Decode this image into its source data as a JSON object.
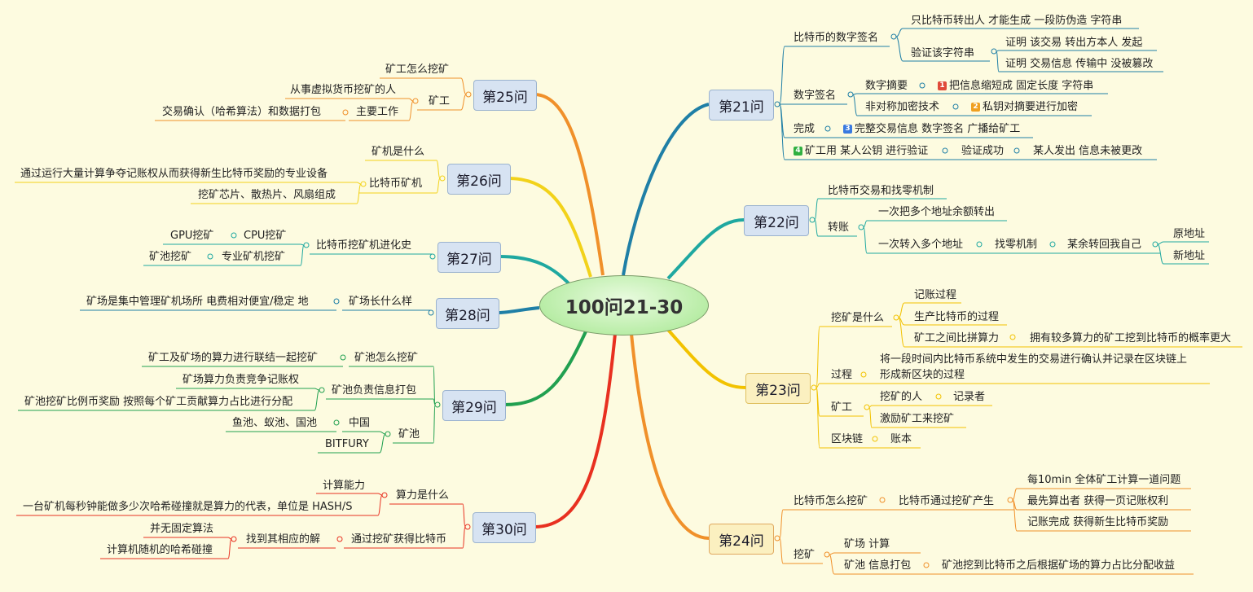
{
  "center": "100问21-30",
  "colors": {
    "q21": "#1f7fa6",
    "q22": "#1fa8a0",
    "q23": "#f2c200",
    "q24": "#f0902a",
    "q25": "#f0902a",
    "q26": "#f2d21a",
    "q27": "#1fa8a0",
    "q28": "#1f7fa6",
    "q29": "#21a050",
    "q30": "#e83020"
  },
  "q21": {
    "title": "第21问",
    "sig_title": "比特币的数字签名",
    "sig_a": "只比特币转出人 才能生成 一段防伪造 字符串",
    "sig_b": "验证该字符串",
    "sig_b1": "证明 该交易 转出方本人 发起",
    "sig_b2": "证明 交易信息 传输中 没被篡改",
    "ds_title": "数字签名",
    "ds_a": "数字摘要",
    "ds_a1": "把信息缩短成 固定长度 字符串",
    "ds_b": "非对称加密技术",
    "ds_b1": "私钥对摘要进行加密",
    "done": "完成",
    "done1": "完整交易信息 数字签名 广播给矿工",
    "verify": "矿工用 某人公钥 进行验证",
    "verify_ok": "验证成功",
    "verify_res": "某人发出 信息未被更改",
    "badges": [
      "1",
      "2",
      "3",
      "4"
    ]
  },
  "q22": {
    "title": "第22问",
    "a": "比特币交易和找零机制",
    "b": "转账",
    "b1": "一次把多个地址余额转出",
    "b2": "一次转入多个地址",
    "b2a": "找零机制",
    "b2b": "某余转回我自己",
    "b2c": "原地址",
    "b2d": "新地址"
  },
  "q23": {
    "title": "第23问",
    "a": "挖矿是什么",
    "a1": "记账过程",
    "a2": "生产比特币的过程",
    "a3": "矿工之间比拼算力",
    "a3a": "拥有较多算力的矿工挖到比特币的概率更大",
    "b": "过程",
    "b1_line1": "将一段时间内比特币系统中发生的交易进行确认并记录在区块链上",
    "b1_line2": "形成新区块的过程",
    "c": "矿工",
    "c1": "挖矿的人",
    "c1a": "记录者",
    "c2": "激励矿工来挖矿",
    "d": "区块链",
    "d1": "账本"
  },
  "q24": {
    "title": "第24问",
    "a": "比特币怎么挖矿",
    "a1": "比特币通过挖矿产生",
    "a1a": "每10min 全体矿工计算一道问题",
    "a1b": "最先算出者 获得一页记账权利",
    "a1c": "记账完成 获得新生比特币奖励",
    "b": "挖矿",
    "b1": "矿场 计算",
    "b2": "矿池 信息打包",
    "b2a": "矿池挖到比特币之后根据矿场的算力占比分配收益"
  },
  "q25": {
    "title": "第25问",
    "a": "矿工怎么挖矿",
    "b": "矿工",
    "b1": "从事虚拟货币挖矿的人",
    "b2": "主要工作",
    "b2a": "交易确认（哈希算法）和数据打包"
  },
  "q26": {
    "title": "第26问",
    "a": "矿机是什么",
    "b": "比特币矿机",
    "b1": "通过运行大量计算争夺记账权从而获得新生比特币奖励的专业设备",
    "b2": "挖矿芯片、散热片、风扇组成"
  },
  "q27": {
    "title": "第27问",
    "a": "比特币挖矿机进化史",
    "a1": "CPU挖矿",
    "a1a": "GPU挖矿",
    "a2": "专业矿机挖矿",
    "a2a": "矿池挖矿"
  },
  "q28": {
    "title": "第28问",
    "a": "矿场长什么样",
    "a1": "矿场是集中管理矿机场所 电费相对便宜/稳定 地"
  },
  "q29": {
    "title": "第29问",
    "a": "矿池怎么挖矿",
    "a1": "矿工及矿场的算力进行联结一起挖矿",
    "b": "矿池负责信息打包",
    "b1": "矿场算力负责竞争记账权",
    "b2": "矿池挖矿比例币奖励 按照每个矿工贡献算力占比进行分配",
    "c": "矿池",
    "c1": "中国",
    "c1a": "鱼池、蚁池、国池",
    "c2": "BITFURY"
  },
  "q30": {
    "title": "第30问",
    "a": "算力是什么",
    "a1": "计算能力",
    "a2": "一台矿机每秒钟能做多少次哈希碰撞就是算力的代表，单位是 HASH/S",
    "b": "通过挖矿获得比特币",
    "b1": "找到其相应的解",
    "b1a": "并无固定算法",
    "b1b": "计算机随机的哈希碰撞"
  }
}
